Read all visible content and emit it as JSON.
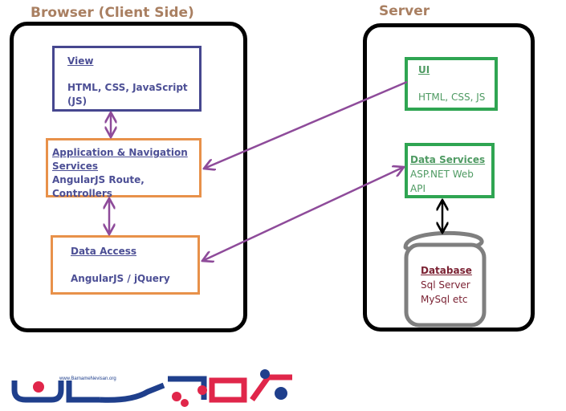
{
  "titles": {
    "browser": "Browser (Client Side)",
    "server": "Server"
  },
  "browser": {
    "view": {
      "heading": "View",
      "text": "HTML, CSS, JavaScript (JS)"
    },
    "app_nav": {
      "heading_line1": "Application & Navigation",
      "heading_line2": "Services",
      "text": "AngularJS Route, Controllers"
    },
    "data_access": {
      "heading": "Data Access",
      "text": "AngularJS / jQuery"
    }
  },
  "server": {
    "ui": {
      "heading": "UI",
      "text": "HTML, CSS, JS"
    },
    "data_services": {
      "heading": "Data Services",
      "text_line1": "ASP.NET Web",
      "text_line2": "API"
    },
    "database": {
      "heading": "Database",
      "text_line1": "Sql Server",
      "text_line2": "MySql etc"
    }
  },
  "logo": {
    "url_text": "www.BarnameNevisan.org"
  },
  "colors": {
    "title": "#a97f61",
    "client_box_text": "#4c4f95",
    "view_border": "#46478f",
    "client_border": "#e8914a",
    "server_border": "#2fa552",
    "server_text": "#4e9a62",
    "database_border": "#7f7f7f",
    "database_text": "#7b2233",
    "arrow": "#8e4b9a",
    "logo_blue": "#1f3f8c",
    "logo_red": "#e0264a"
  }
}
